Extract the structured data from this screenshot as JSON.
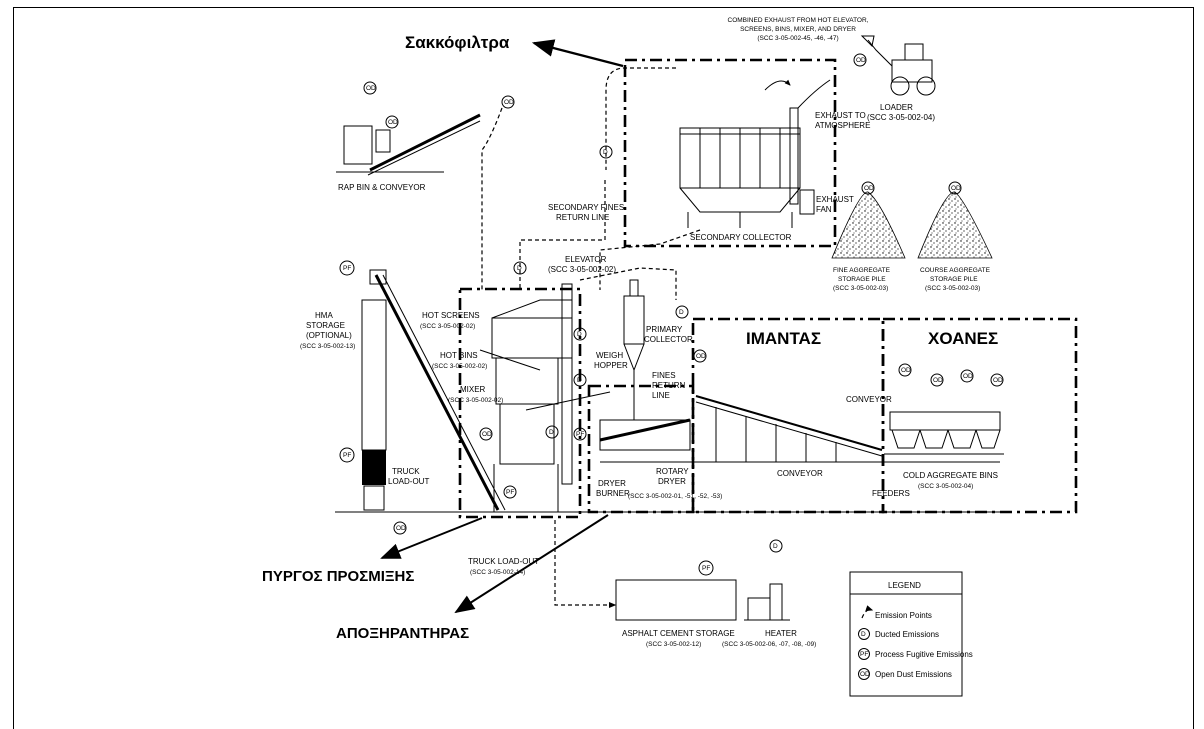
{
  "labels": {
    "bag_filters": "Σακκόφιλτρα",
    "belt": "ΙΜΑΝΤΑΣ",
    "hoppers": "ΧΟΑΝΕΣ",
    "mixing_tower": "ΠΥΡΓΟΣ ΠΡΟΣΜΙΞΗΣ",
    "dryer_gr": "ΑΠΟΞΗΡΑΝΤΗΡΑΣ"
  },
  "components": {
    "combined_exhaust_1": "COMBINED EXHAUST FROM HOT ELEVATOR,",
    "combined_exhaust_2": "SCREENS, BINS, MIXER, AND DRYER",
    "combined_exhaust_3": "(SCC 3-05-002-45, -46, -47)",
    "loader": "LOADER",
    "loader_scc": "(SCC 3-05-002-04)",
    "exhaust_atm_1": "EXHAUST TO",
    "exhaust_atm_2": "ATMOSPHERE",
    "exhaust_fan_1": "EXHAUST",
    "exhaust_fan_2": "FAN",
    "secondary_collector": "SECONDARY COLLECTOR",
    "secondary_fines_1": "SECONDARY FINES",
    "secondary_fines_2": "RETURN LINE",
    "rap_bin": "RAP BIN & CONVEYOR",
    "fine_agg_1": "FINE AGGREGATE",
    "fine_agg_2": "STORAGE PILE",
    "fine_agg_3": "(SCC 3-05-002-03)",
    "course_agg_1": "COURSE AGGREGATE",
    "course_agg_2": "STORAGE PILE",
    "course_agg_3": "(SCC 3-05-002-03)",
    "elevator_1": "ELEVATOR",
    "elevator_2": "(SCC 3-05-002-02)",
    "hma_1": "HMA",
    "hma_2": "STORAGE",
    "hma_3": "(OPTIONAL)",
    "hma_4": "(SCC 3-05-002-13)",
    "hot_screens_1": "HOT SCREENS",
    "hot_screens_2": "(SCC 3-05-002-02)",
    "hot_bins_1": "HOT BINS",
    "hot_bins_2": "(SCC 3-05-002-02)",
    "mixer_1": "MIXER",
    "mixer_2": "(SCC 3-05-002-02)",
    "weigh_1": "WEIGH",
    "weigh_2": "HOPPER",
    "primary_1": "PRIMARY",
    "primary_2": "COLLECTOR",
    "fines_1": "FINES",
    "fines_2": "RETURN",
    "fines_3": "LINE",
    "conveyor_top": "CONVEYOR",
    "conveyor": "CONVEYOR",
    "truck_loadout_left_1": "TRUCK",
    "truck_loadout_left_2": "LOAD-OUT",
    "rotary_1": "ROTARY",
    "rotary_2": "DRYER",
    "rotary_scc": "(SCC 3-05-002-01, -51, -52, -53)",
    "dryer_burner_1": "DRYER",
    "dryer_burner_2": "BURNER",
    "cold_bins_1": "COLD AGGREGATE BINS",
    "cold_bins_2": "(SCC 3-05-002-04)",
    "feeders": "FEEDERS",
    "truck_loadout_1": "TRUCK LOAD-OUT",
    "truck_loadout_2": "(SCC 3-05-002-14)",
    "asphalt_1": "ASPHALT CEMENT STORAGE",
    "asphalt_2": "(SCC 3-05-002-12)",
    "heater_1": "HEATER",
    "heater_2": "(SCC 3-05-002-06, -07, -08, -09)"
  },
  "markers": {
    "open_dust": "OD",
    "process_fugitive": "PF",
    "ducted": "D"
  },
  "legend": {
    "title": "LEGEND",
    "items": [
      "Emission Points",
      "Ducted Emissions",
      "Process Fugitive Emissions",
      "Open Dust Emissions"
    ]
  }
}
